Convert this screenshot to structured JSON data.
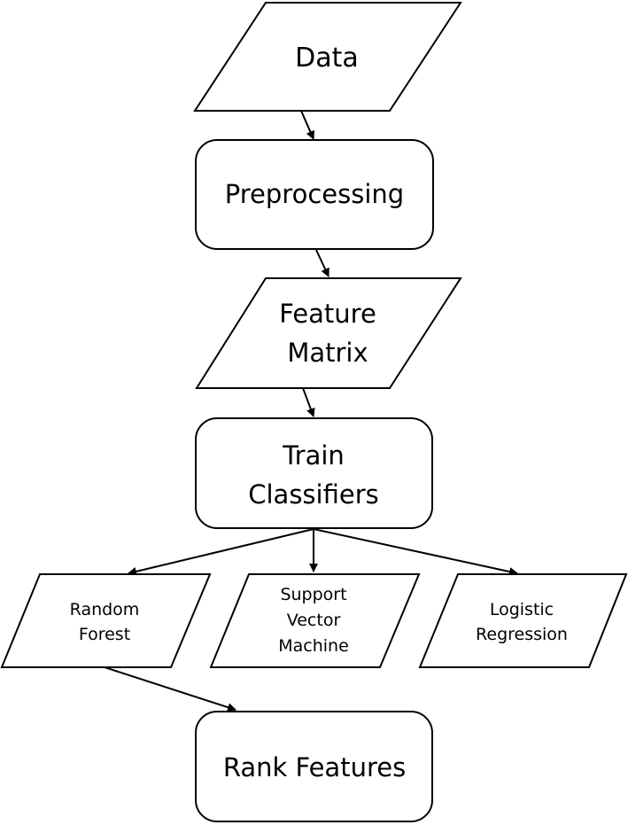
{
  "nodes": {
    "data": {
      "shape": "parallelogram",
      "lines": [
        "Data"
      ]
    },
    "preprocessing": {
      "shape": "rounded-rectangle",
      "lines": [
        "Preprocessing"
      ]
    },
    "feature_matrix": {
      "shape": "parallelogram",
      "lines": [
        "Feature",
        "Matrix"
      ]
    },
    "train_classifiers": {
      "shape": "rounded-rectangle",
      "lines": [
        "Train",
        "Classifiers"
      ]
    },
    "random_forest": {
      "shape": "parallelogram",
      "lines": [
        "Random",
        "Forest"
      ]
    },
    "svm": {
      "shape": "parallelogram",
      "lines": [
        "Support",
        "Vector",
        "Machine"
      ]
    },
    "logistic_regression": {
      "shape": "parallelogram",
      "lines": [
        "Logistic",
        "Regression"
      ]
    },
    "rank_features": {
      "shape": "rounded-rectangle",
      "lines": [
        "Rank Features"
      ]
    }
  },
  "edges": [
    {
      "from": "data",
      "to": "preprocessing"
    },
    {
      "from": "preprocessing",
      "to": "feature_matrix"
    },
    {
      "from": "feature_matrix",
      "to": "train_classifiers"
    },
    {
      "from": "train_classifiers",
      "to": "random_forest"
    },
    {
      "from": "train_classifiers",
      "to": "svm"
    },
    {
      "from": "train_classifiers",
      "to": "logistic_regression"
    },
    {
      "from": "random_forest",
      "to": "rank_features"
    }
  ],
  "colors": {
    "stroke": "#000000",
    "fill": "#ffffff",
    "text": "#000000"
  }
}
